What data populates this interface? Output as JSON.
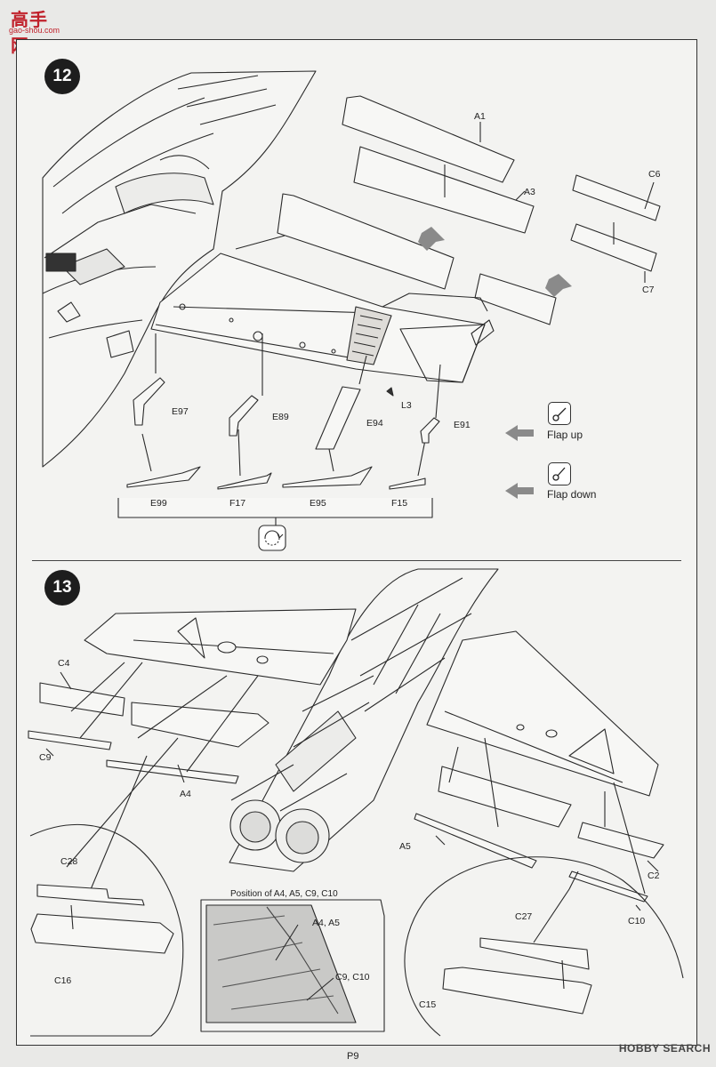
{
  "watermark": {
    "title": "高手网",
    "url": "gao-shou.com"
  },
  "steps": {
    "step12": "12",
    "step13": "13"
  },
  "step12_labels": {
    "a1": "A1",
    "a3": "A3",
    "c6": "C6",
    "c7": "C7",
    "e97": "E97",
    "e89": "E89",
    "e94": "E94",
    "l3": "L3",
    "e91": "E91",
    "e99": "E99",
    "f17": "F17",
    "e95": "E95",
    "f15": "F15"
  },
  "legend": {
    "flap_up": "Flap up",
    "flap_down": "Flap down"
  },
  "step13_labels": {
    "c4": "C4",
    "c9": "C9",
    "a4": "A4",
    "a5": "A5",
    "c2": "C2",
    "c10": "C10",
    "c28": "C28",
    "c16": "C16",
    "c27": "C27",
    "c15": "C15",
    "inset_a4a5": "A4, A5",
    "inset_c9c10": "C9, C10"
  },
  "inset_title": "Position of A4, A5, C9, C10",
  "footer": {
    "page": "P9",
    "source": "HOBBY SEARCH"
  },
  "colors": {
    "ink": "#222222",
    "paper": "#f3f3f1",
    "arrow_gray": "#8a8a8a",
    "brand_red": "#c0212b"
  },
  "icons": [
    "flap-up-icon",
    "flap-down-icon",
    "rotate-icon",
    "down-arrow-icon"
  ]
}
